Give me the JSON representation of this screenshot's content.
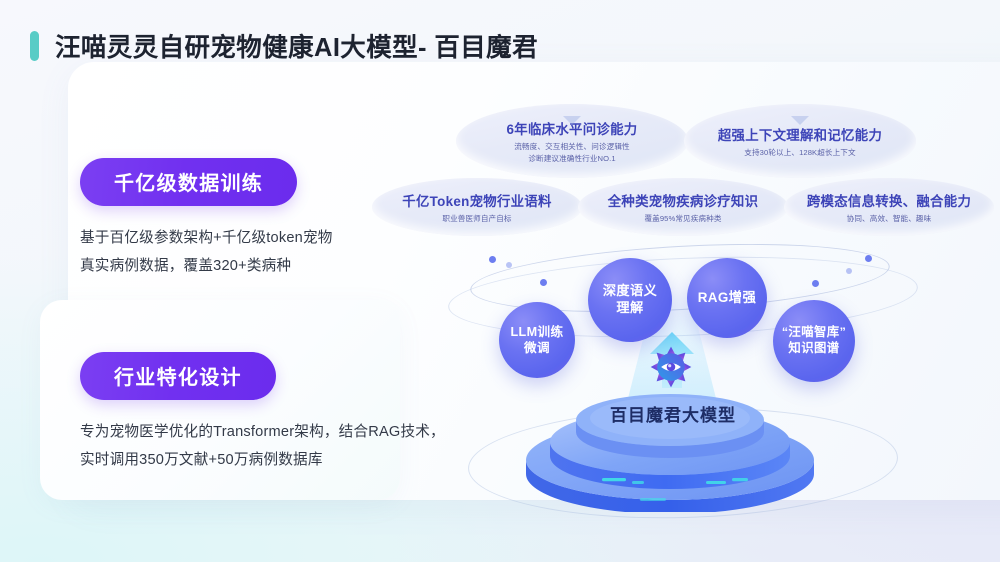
{
  "header": {
    "title": "汪喵灵灵自研宠物健康AI大模型- 百目魔君",
    "accent_color": "#58ccc6"
  },
  "theme": {
    "pill_purple": "#7b3ff2",
    "sphere_blue": "#6a72f2",
    "ellipse_text": "#3d44b8",
    "podium_blue": "#4a7cf3"
  },
  "feature_cards": [
    {
      "heading": "千亿级数据训练",
      "body_line_1": "基于百亿级参数架构+千亿级token宠物",
      "body_line_2": "真实病例数据，覆盖320+类病种"
    },
    {
      "heading": "行业特化设计",
      "body_line_1": "专为宠物医学优化的Transformer架构，结合RAG技术，",
      "body_line_2": "实时调用350万文献+50万病例数据库"
    }
  ],
  "capability_pills": [
    {
      "title": "6年临床水平问诊能力",
      "sub_line_1": "流畅度、交互相关性、问诊逻辑性",
      "sub_line_2": "诊断建议准确性行业NO.1"
    },
    {
      "title": "超强上下文理解和记忆能力",
      "sub_line_1": "支持30轮以上、128K超长上下文",
      "sub_line_2": ""
    },
    {
      "title": "千亿Token宠物行业语料",
      "sub_line_1": "职业兽医师自产自标",
      "sub_line_2": ""
    },
    {
      "title": "全种类宠物疾病诊疗知识",
      "sub_line_1": "覆盖95%常见疾病种类",
      "sub_line_2": ""
    },
    {
      "title": "跨模态信息转换、融合能力",
      "sub_line_1": "协同、高效、智能、趣味",
      "sub_line_2": ""
    }
  ],
  "node_spheres": [
    {
      "line_1": "LLM训练",
      "line_2": "微调"
    },
    {
      "line_1": "深度语义",
      "line_2": "理解"
    },
    {
      "line_1": "RAG增强",
      "line_2": ""
    },
    {
      "line_1": "“汪喵智库”",
      "line_2": "知识图谱"
    }
  ],
  "platform": {
    "label": "百目魔君大模型",
    "icon": "gear-eye-icon",
    "arrow_icon": "up-arrow-icon"
  }
}
